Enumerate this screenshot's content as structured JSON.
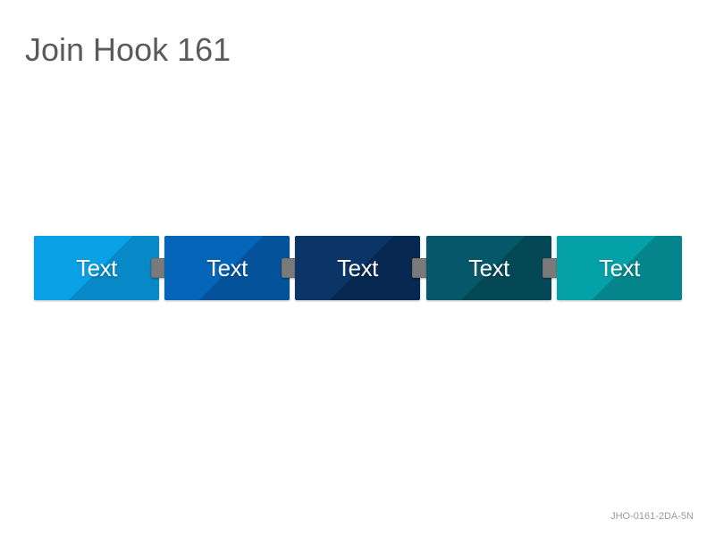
{
  "title": "Join Hook 161",
  "boxes": [
    {
      "label": "Text",
      "color": "#0aa0e6",
      "shade": "#0788c7"
    },
    {
      "label": "Text",
      "color": "#0565b8",
      "shade": "#04539a"
    },
    {
      "label": "Text",
      "color": "#0a3566",
      "shade": "#072850"
    },
    {
      "label": "Text",
      "color": "#05586a",
      "shade": "#044856"
    },
    {
      "label": "Text",
      "color": "#05a1a8",
      "shade": "#04858b"
    }
  ],
  "connector_color": "#7a7a7a",
  "code": "JHO-0161-2DA-5N"
}
